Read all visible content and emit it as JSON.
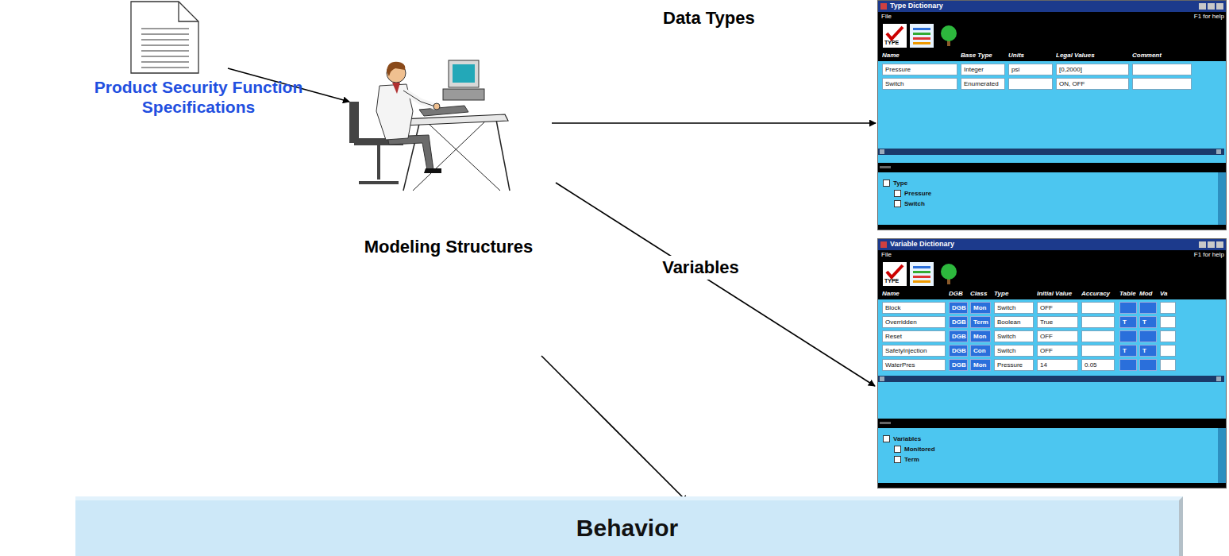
{
  "diagram": {
    "nodes": [
      {
        "text": [
          "Product Security Function Specifications"
        ]
      },
      {
        "text": [
          "Type Dictionary",
          "File",
          "F1 for help",
          "TYPE",
          "Name",
          "Base Type",
          "Units",
          "Legal Values",
          "Comment",
          "Pressure",
          "Integer",
          "psi",
          "[0,2000]",
          "Switch",
          "Enumerated",
          "ON, OFF",
          "Type",
          "Pressure",
          "Switch"
        ]
      },
      {
        "text": [
          "Variable Dictionary",
          "File",
          "F1 for help",
          "TYPE",
          "Name",
          "DGB",
          "Class",
          "Type",
          "Initial Value",
          "Accuracy",
          "Table",
          "Mod",
          "Va",
          "Block",
          "DGB",
          "Mon",
          "Switch",
          "OFF",
          "Overridden",
          "DGB",
          "Term",
          "Boolean",
          "True",
          "T",
          "T",
          "Reset",
          "DGB",
          "Mon",
          "Switch",
          "OFF",
          "SafetyInjection",
          "DGB",
          "Con",
          "Switch",
          "OFF",
          "T",
          "T",
          "WaterPres",
          "DGB",
          "Mon",
          "Pressure",
          "14",
          "0.05",
          "Variables",
          "Monitored",
          "Term"
        ]
      },
      {
        "text": [
          "Behavior"
        ]
      }
    ],
    "labels": [
      "Data Types",
      "Modeling Structures",
      "Variables"
    ]
  }
}
